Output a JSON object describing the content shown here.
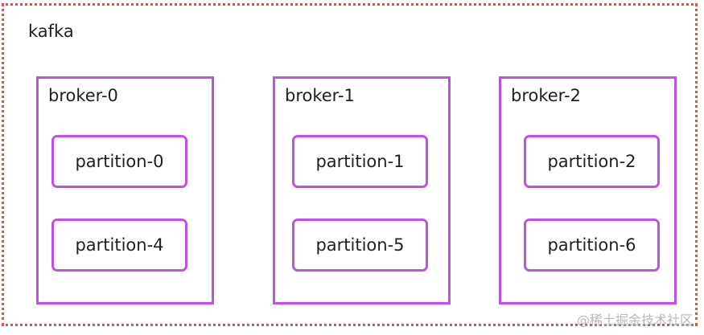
{
  "cluster": {
    "label": "kafka",
    "border_color": "#d9534f"
  },
  "brokers": [
    {
      "label": "broker-0",
      "partitions": [
        "partition-0",
        "partition-4"
      ]
    },
    {
      "label": "broker-1",
      "partitions": [
        "partition-1",
        "partition-5"
      ]
    },
    {
      "label": "broker-2",
      "partitions": [
        "partition-2",
        "partition-6"
      ]
    }
  ],
  "accent_color": "#c24fe6",
  "watermark": "@稀土掘金技术社区"
}
